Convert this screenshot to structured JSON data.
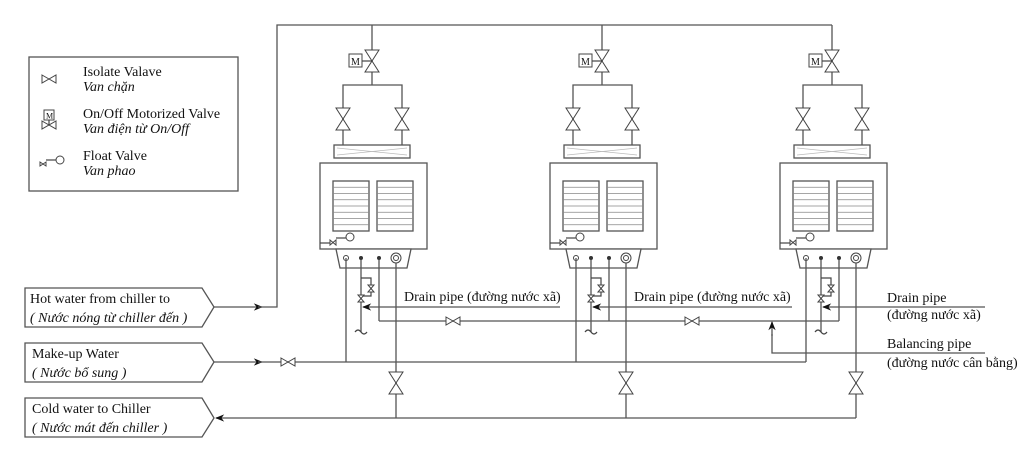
{
  "legend": {
    "items": [
      {
        "icon": "isolate-valve-icon",
        "label": "Isolate Valave",
        "sublabel": "Van chặn"
      },
      {
        "icon": "motorized-valve-icon",
        "label": "On/Off Motorized Valve",
        "sublabel": "Van điện từ On/Off",
        "motor_letter": "M"
      },
      {
        "icon": "float-valve-icon",
        "label": "Float Valve",
        "sublabel": "Van phao"
      }
    ]
  },
  "connections": {
    "hot_water": {
      "label": "Hot water from chiller to",
      "sublabel": "( Nước nóng từ chiller đến )"
    },
    "makeup_water": {
      "label": "Make-up Water",
      "sublabel": "( Nước bổ sung )"
    },
    "cold_water": {
      "label": "Cold water to Chiller",
      "sublabel": "( Nước mát đến chiller )"
    }
  },
  "pipes": {
    "drain_mid_1": "Drain pipe (đường nước xã)",
    "drain_mid_2": "Drain pipe (đường nước xã)",
    "drain_right": {
      "label": "Drain pipe",
      "sublabel": "(đường nước xã)"
    },
    "balancing_right": {
      "label": "Balancing pipe",
      "sublabel": "(đường nước cân bằng)"
    }
  },
  "towers": [
    {
      "name": "cooling-tower-1",
      "motor_letter": "M"
    },
    {
      "name": "cooling-tower-2",
      "motor_letter": "M"
    },
    {
      "name": "cooling-tower-3",
      "motor_letter": "M"
    }
  ]
}
